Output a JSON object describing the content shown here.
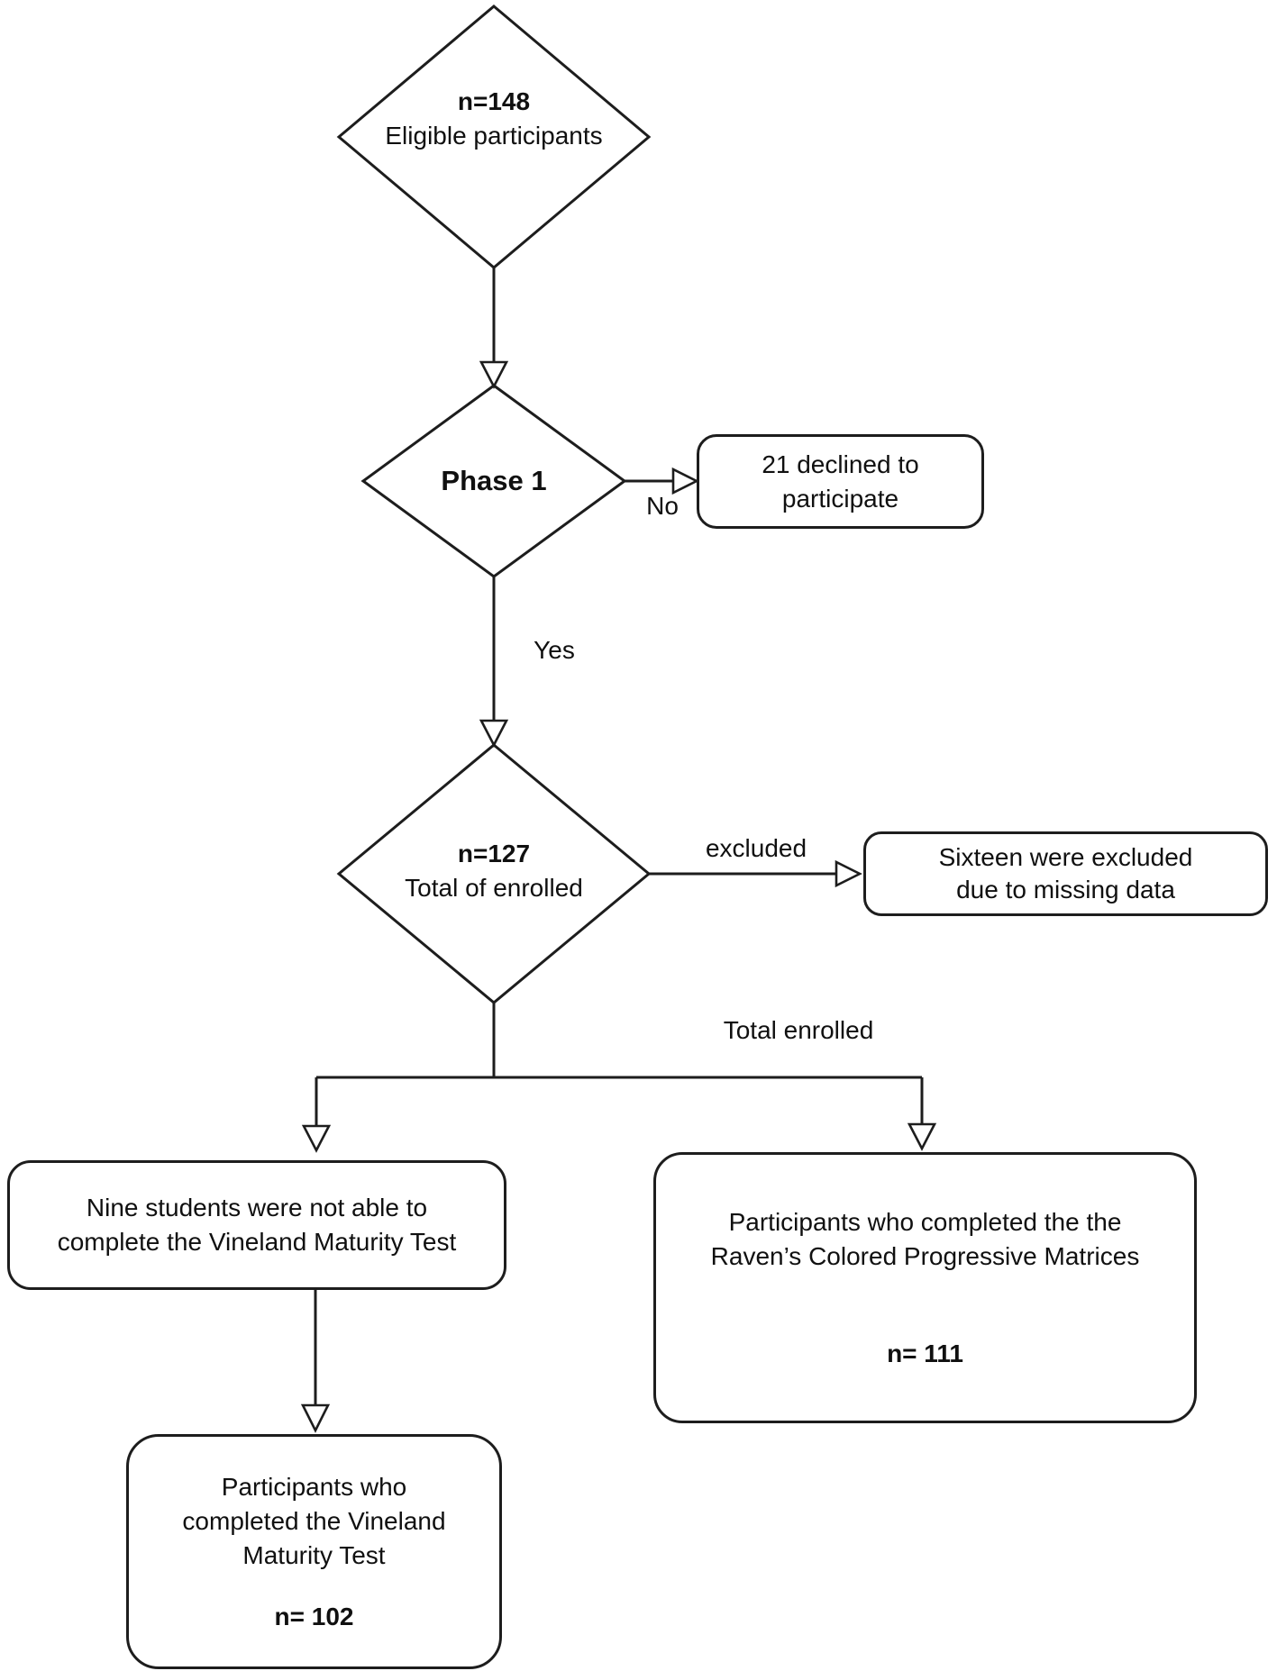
{
  "figure": {
    "type": "flowchart",
    "colors": {
      "stroke": "#1d1d1d",
      "background": "#ffffff",
      "text": "#101010"
    },
    "nodes": {
      "eligible": {
        "shape": "diamond",
        "line1": "n=148",
        "line2": "Eligible participants"
      },
      "phase1": {
        "shape": "diamond",
        "label": "Phase 1"
      },
      "enrolled": {
        "shape": "diamond",
        "line1": "n=127",
        "line2": "Total of enrolled"
      },
      "declined": {
        "shape": "rounded-box",
        "line1": "21 declined to",
        "line2": "participate"
      },
      "excluded_note": {
        "shape": "rounded-box",
        "line1": "Sixteen were excluded",
        "line2": "due to missing data"
      },
      "vineland_incomplete": {
        "shape": "rounded-box",
        "line1": "Nine students were not able to",
        "line2": "complete the Vineland Maturity Test"
      },
      "raven": {
        "shape": "rounded-box",
        "line1": "Participants who completed the the",
        "line2": "Raven’s Colored Progressive Matrices",
        "count": "n= 111"
      },
      "vineland_complete": {
        "shape": "rounded-box",
        "line1": "Participants who",
        "line2": "completed the Vineland",
        "line3": "Maturity Test",
        "count": "n= 102"
      }
    },
    "edge_labels": {
      "no": "No",
      "yes": "Yes",
      "excluded": "excluded",
      "total_enrolled": "Total enrolled"
    },
    "edges": [
      {
        "from": "eligible",
        "to": "phase1",
        "label": ""
      },
      {
        "from": "phase1",
        "to": "declined",
        "label": "No"
      },
      {
        "from": "phase1",
        "to": "enrolled",
        "label": "Yes"
      },
      {
        "from": "enrolled",
        "to": "excluded_note",
        "label": "excluded"
      },
      {
        "from": "enrolled",
        "to": "vineland_incomplete",
        "label": "Total enrolled"
      },
      {
        "from": "enrolled",
        "to": "raven",
        "label": "Total enrolled"
      },
      {
        "from": "vineland_incomplete",
        "to": "vineland_complete",
        "label": ""
      }
    ]
  }
}
